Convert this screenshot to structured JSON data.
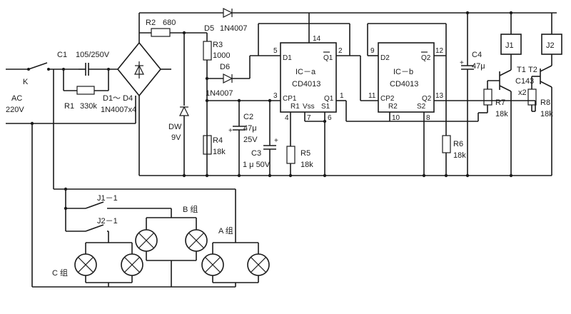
{
  "labels": {
    "k": "K",
    "ac": "AC",
    "v220": "220V",
    "c1": "C1",
    "c1v": "105/250V",
    "r1": "R1",
    "r1v": "330k",
    "d1d4": "D1～ D4",
    "d1d4v": "1N4007x4",
    "r2": "R2",
    "r2v": "680",
    "d5": "D5",
    "d5v": "1N4007",
    "r3": "R3",
    "r3v": "1000",
    "d6": "D6",
    "d6v": "1N4007",
    "dw": "DW",
    "dwv": "9V",
    "r4": "R4",
    "r4v": "18k",
    "c2": "C2",
    "c2v1": "47μ",
    "c2v2": "25V",
    "c3": "C3",
    "c3v": "1 μ 50V",
    "r5": "R5",
    "r5v": "18k",
    "ica": "IC－a",
    "icapart": "CD4013",
    "icb": "IC－b",
    "icbpart": "CD4013",
    "r6": "R6",
    "r6v": "18k",
    "c4": "C4",
    "c4v": "47μ",
    "j1": "J1",
    "j2": "J2",
    "t1": "T1",
    "t2": "T2",
    "tpart": "C143",
    "tx2": "x2",
    "r7": "R7",
    "r7v": "18k",
    "r8": "R8",
    "r8v": "18k",
    "j11": "J1－1",
    "j21": "J2－1",
    "bgroup": "B 组",
    "agroup": "A 组",
    "cgroup": "C 组"
  },
  "ica_pins": {
    "d": "D1",
    "q": "Q1",
    "qbar": "Q1",
    "q2": "Q1",
    "cp": "CP1",
    "r": "R1",
    "vss": "Vss",
    "s": "S1",
    "n14": "14",
    "n5": "5",
    "n2": "2",
    "n3": "3",
    "n1": "1",
    "n4": "4",
    "n7": "7",
    "n6": "6"
  },
  "icb_pins": {
    "d": "D2",
    "q": "Q2",
    "qbar": "Q2",
    "q2": "Q2",
    "cp": "CP2",
    "r": "R2",
    "s": "S2",
    "n9": "9",
    "n12": "12",
    "n11": "11",
    "n13": "13",
    "n10": "10",
    "n8": "8"
  }
}
